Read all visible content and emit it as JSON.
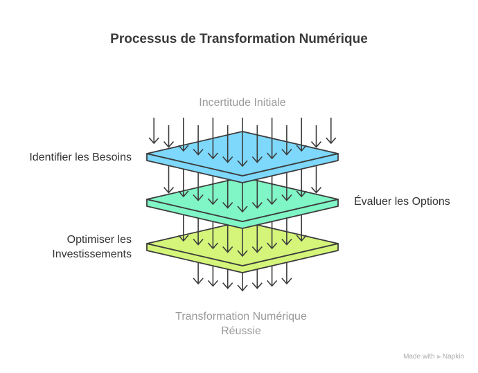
{
  "title": "Processus de Transformation Numérique",
  "top_label": "Incertitude Initiale",
  "bottom_label_1": "Transformation Numérique",
  "bottom_label_2": "Réussie",
  "layers": [
    {
      "label": "Identifier les Besoins",
      "color": "#7dd8fb"
    },
    {
      "label": "Évaluer les Options",
      "color": "#80f5c5"
    },
    {
      "label_1": "Optimiser les",
      "label_2": "Investissements",
      "color": "#d4f57a"
    }
  ],
  "watermark": "Made with",
  "watermark_brand": "Napkin"
}
